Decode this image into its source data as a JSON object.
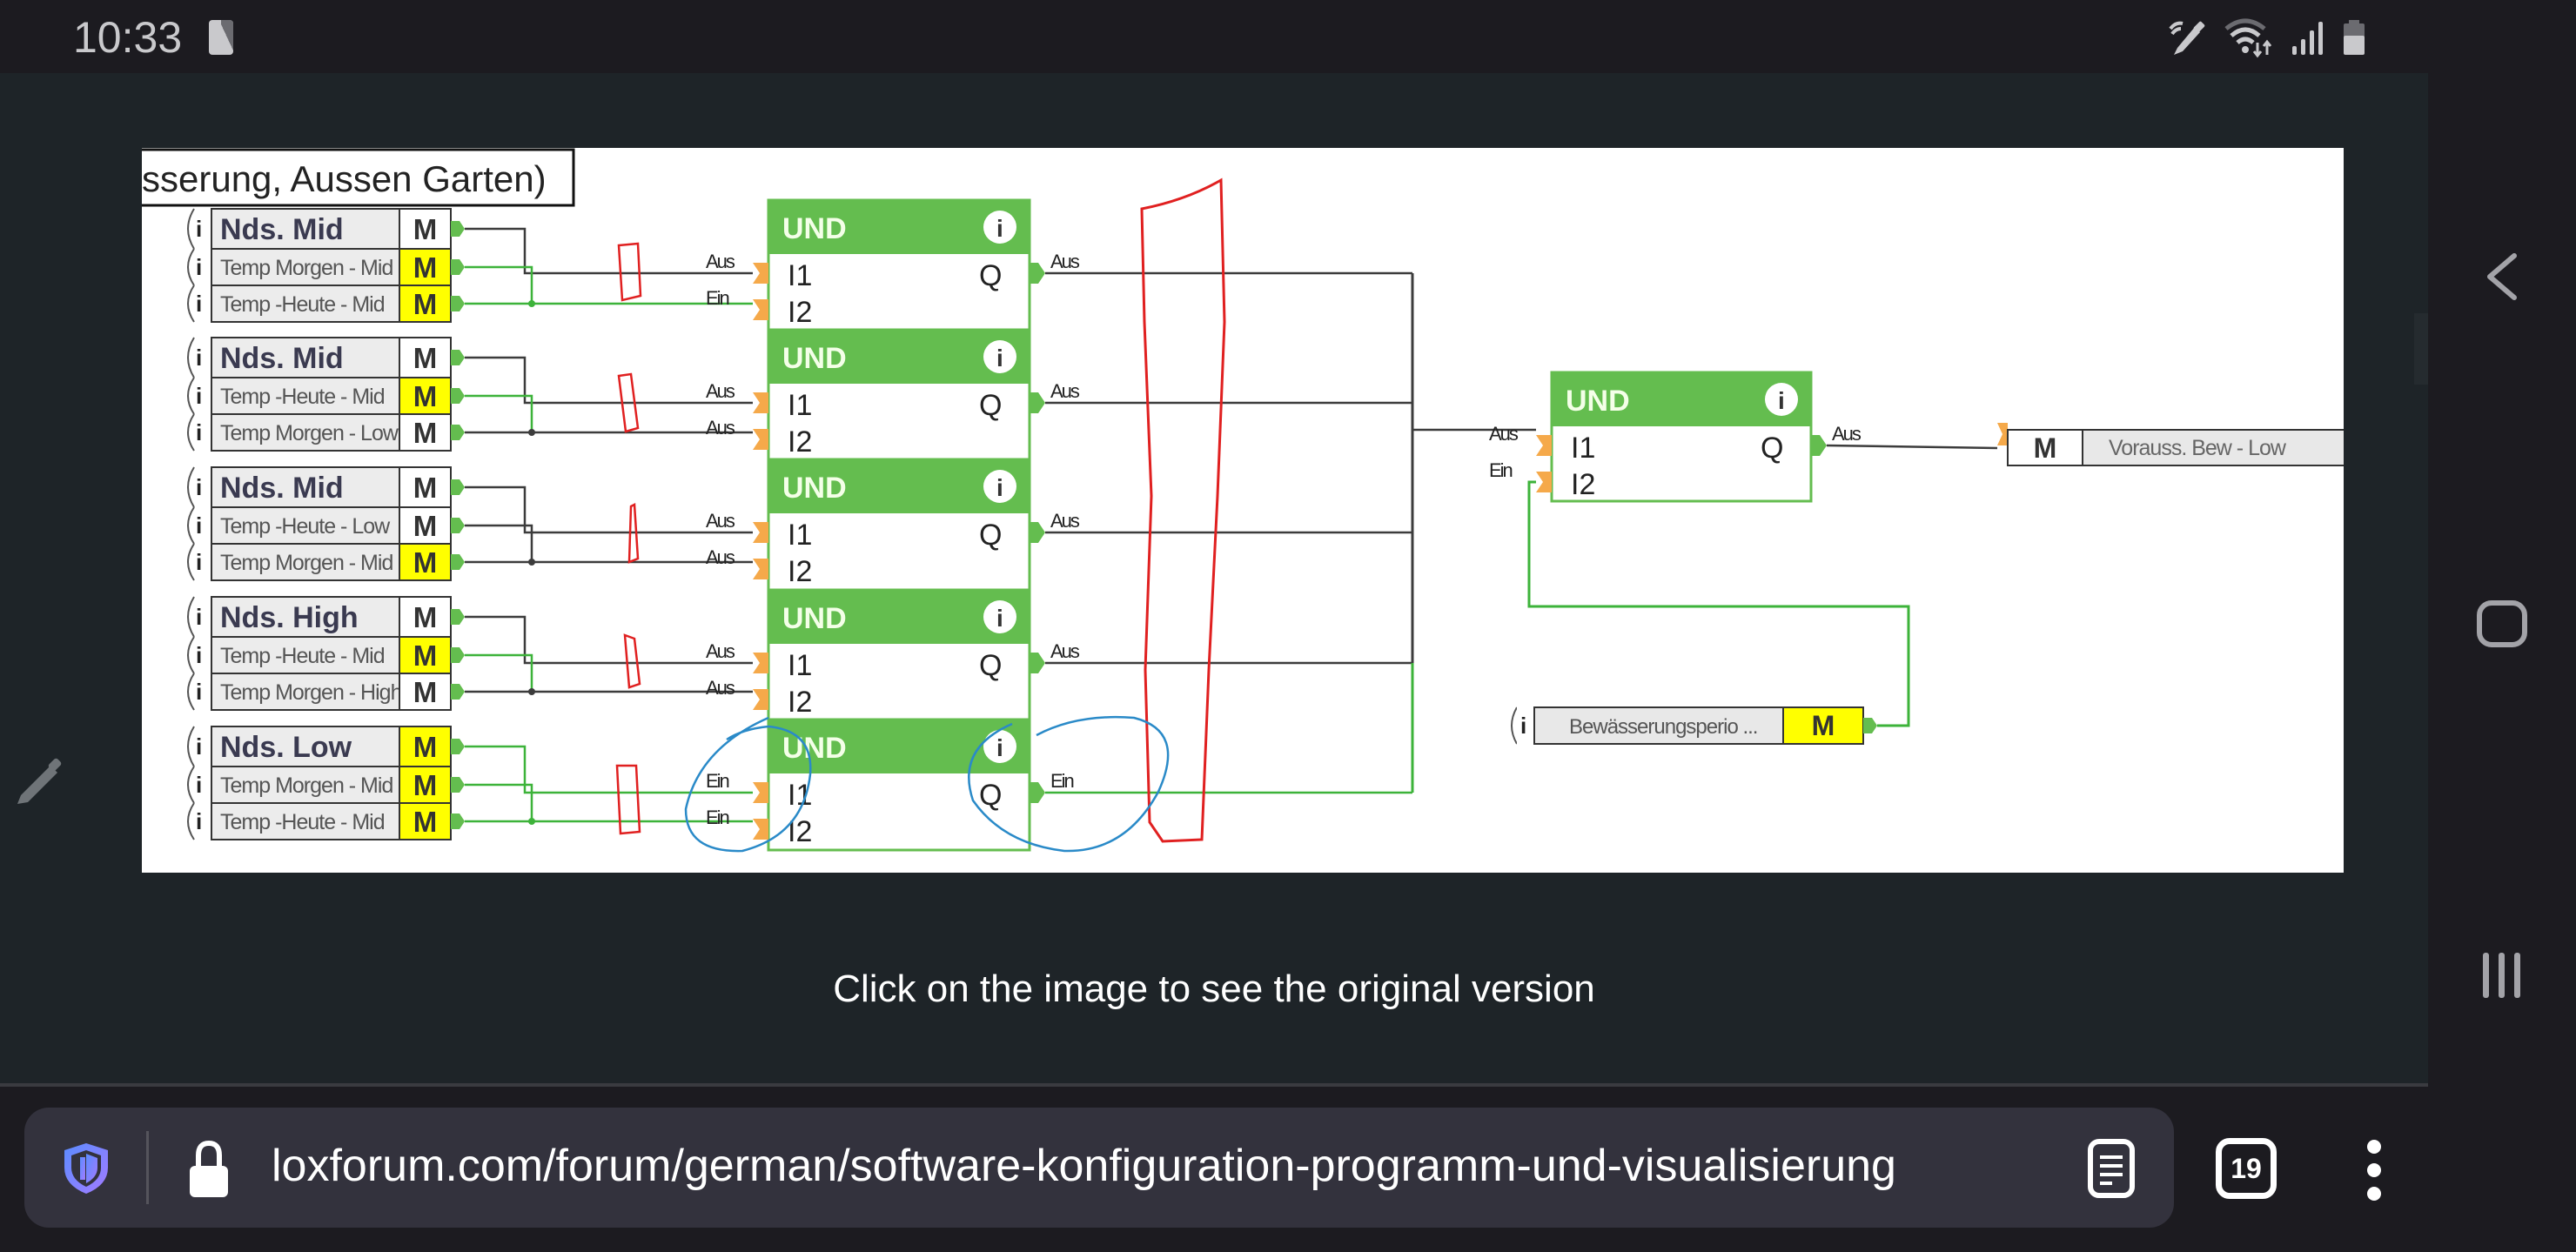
{
  "status_bar": {
    "time": "10:33",
    "icons": [
      "sim-card-icon",
      "nfc-pen-icon",
      "wifi-icon",
      "signal-icon",
      "battery-icon"
    ]
  },
  "diagram": {
    "title": "sserung, Aussen Garten)",
    "input_groups": [
      {
        "rows": [
          {
            "label": "Nds. Mid",
            "marker": "M",
            "active": false,
            "bold": true
          },
          {
            "label": "Temp Morgen - Mid",
            "marker": "M",
            "active": true,
            "bold": false
          },
          {
            "label": "Temp -Heute - Mid",
            "marker": "M",
            "active": true,
            "bold": false
          }
        ]
      },
      {
        "rows": [
          {
            "label": "Nds. Mid",
            "marker": "M",
            "active": false,
            "bold": true
          },
          {
            "label": "Temp -Heute - Mid",
            "marker": "M",
            "active": true,
            "bold": false
          },
          {
            "label": "Temp Morgen - Low",
            "marker": "M",
            "active": false,
            "bold": false
          }
        ]
      },
      {
        "rows": [
          {
            "label": "Nds. Mid",
            "marker": "M",
            "active": false,
            "bold": true
          },
          {
            "label": "Temp -Heute - Low",
            "marker": "M",
            "active": false,
            "bold": false
          },
          {
            "label": "Temp Morgen - Mid",
            "marker": "M",
            "active": true,
            "bold": false
          }
        ]
      },
      {
        "rows": [
          {
            "label": "Nds. High",
            "marker": "M",
            "active": false,
            "bold": true
          },
          {
            "label": "Temp -Heute - Mid",
            "marker": "M",
            "active": true,
            "bold": false
          },
          {
            "label": "Temp Morgen - High",
            "marker": "M",
            "active": false,
            "bold": false
          }
        ]
      },
      {
        "rows": [
          {
            "label": "Nds. Low",
            "marker": "M",
            "active": true,
            "bold": true
          },
          {
            "label": "Temp Morgen - Mid",
            "marker": "M",
            "active": true,
            "bold": false
          },
          {
            "label": "Temp -Heute - Mid",
            "marker": "M",
            "active": true,
            "bold": false
          }
        ]
      }
    ],
    "und_blocks": [
      {
        "title": "UND",
        "inputs": [
          {
            "name": "I1",
            "state": "Aus"
          },
          {
            "name": "I2",
            "state": "Ein"
          }
        ],
        "output": {
          "name": "Q",
          "state": "Aus"
        }
      },
      {
        "title": "UND",
        "inputs": [
          {
            "name": "I1",
            "state": "Aus"
          },
          {
            "name": "I2",
            "state": "Aus"
          }
        ],
        "output": {
          "name": "Q",
          "state": "Aus"
        }
      },
      {
        "title": "UND",
        "inputs": [
          {
            "name": "I1",
            "state": "Aus"
          },
          {
            "name": "I2",
            "state": "Aus"
          }
        ],
        "output": {
          "name": "Q",
          "state": "Aus"
        }
      },
      {
        "title": "UND",
        "inputs": [
          {
            "name": "I1",
            "state": "Aus"
          },
          {
            "name": "I2",
            "state": "Aus"
          }
        ],
        "output": {
          "name": "Q",
          "state": "Aus"
        }
      },
      {
        "title": "UND",
        "inputs": [
          {
            "name": "I1",
            "state": "Ein"
          },
          {
            "name": "I2",
            "state": "Ein"
          }
        ],
        "output": {
          "name": "Q",
          "state": "Ein"
        }
      }
    ],
    "final_und": {
      "title": "UND",
      "inputs": [
        {
          "name": "I1",
          "state": "Aus"
        },
        {
          "name": "I2",
          "state": "Ein"
        }
      ],
      "output": {
        "name": "Q",
        "state": "Aus"
      }
    },
    "output_block": {
      "marker": "M",
      "label": "Vorauss. Bew - Low"
    },
    "lock_block": {
      "label": "Bewässerungsperio ...",
      "marker": "M",
      "active": true
    },
    "colors": {
      "green": "#64bd4f",
      "active_yellow": "#ffff00",
      "orange_port": "#f5a94a",
      "wire_dark": "#3c3c3c",
      "wire_green": "#3db33a",
      "annotation_red": "#e02020",
      "annotation_blue": "#2a8ac8"
    }
  },
  "caption": "Click on the image to see the original version",
  "browser": {
    "url": "loxforum.com/forum/german/software-konfiguration-programm-und-visualisierung",
    "tab_count": "19",
    "icons": [
      "shield-icon",
      "lock-icon",
      "reader-mode-icon",
      "tabs-icon",
      "more-menu-icon"
    ]
  },
  "nav": {
    "buttons": [
      "back",
      "home",
      "recents"
    ]
  }
}
